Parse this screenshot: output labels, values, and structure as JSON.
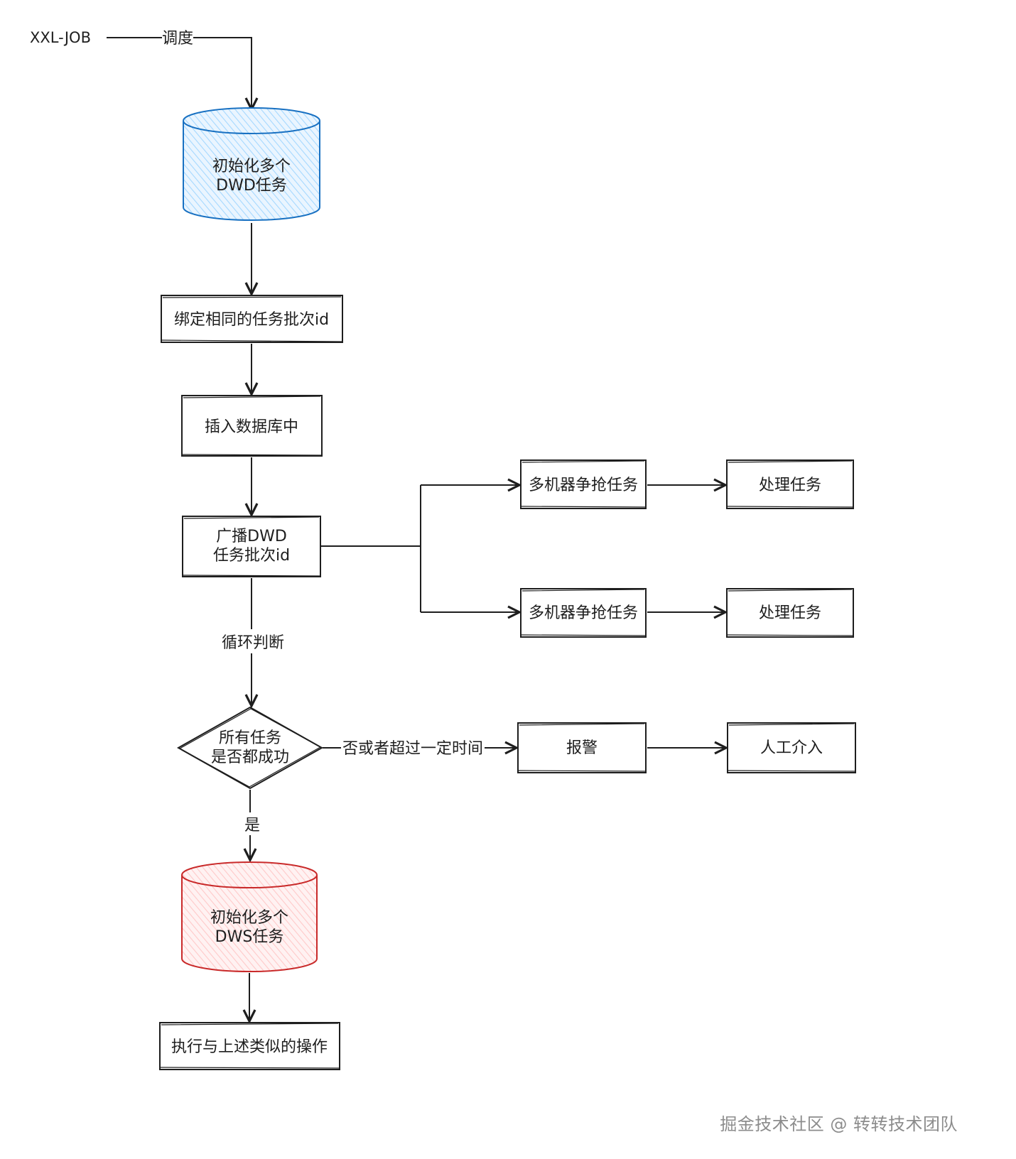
{
  "diagram": {
    "start": "XXL-JOB",
    "edge_schedule": "调度",
    "dwd_init": [
      "初始化多个",
      "DWD任务"
    ],
    "bind_batch": "绑定相同的任务批次id",
    "insert_db": "插入数据库中",
    "broadcast": [
      "广播DWD",
      "任务批次id"
    ],
    "compete_1": "多机器争抢任务",
    "compete_2": "多机器争抢任务",
    "process_1": "处理任务",
    "process_2": "处理任务",
    "edge_loop": "循环判断",
    "decision": [
      "所有任务",
      "是否都成功"
    ],
    "edge_no": "否或者超过一定时间",
    "alarm": "报警",
    "manual": "人工介入",
    "edge_yes": "是",
    "dws_init": [
      "初始化多个",
      "DWS任务"
    ],
    "similar_ops": "执行与上述类似的操作",
    "colors": {
      "dwd_fill": "#a5d8ff",
      "dwd_stroke": "#1971c2",
      "dws_fill": "#ffc9c9",
      "dws_stroke": "#c92a2a",
      "stroke": "#1e1e1e"
    }
  },
  "watermark": "掘金技术社区 @ 转转技术团队"
}
